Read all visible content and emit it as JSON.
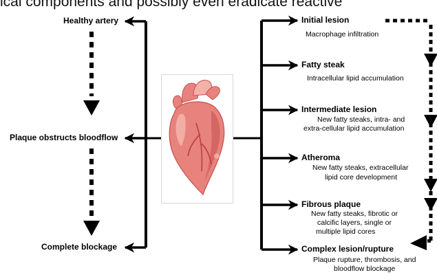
{
  "header_text": "ical components and possibly even eradicate reactive",
  "left_labels": {
    "healthy": "Healthy artery",
    "obstructs": "Plaque obstructs bloodflow",
    "blockage": "Complete blockage"
  },
  "stages": [
    {
      "title": "Initial lesion",
      "desc": [
        "Macrophage infiltration"
      ]
    },
    {
      "title": "Fatty steak",
      "desc": [
        "Intracellular lipid accumulation"
      ]
    },
    {
      "title": "Intermediate lesion",
      "desc": [
        "New fatty steaks, intra- and",
        "extra-cellular lipid accumulation"
      ]
    },
    {
      "title": "Atheroma",
      "desc": [
        "New fatty steaks, extracellular",
        "lipid core development"
      ]
    },
    {
      "title": "Fibrous plaque",
      "desc": [
        "New fatty steaks, fibrotic or",
        "calcific layers, single or",
        "multiple lipid cores"
      ]
    },
    {
      "title": "Complex lesion/rupture",
      "desc": [
        "Plaque rupture, thrombosis, and",
        "bloodflow blockage"
      ]
    }
  ],
  "colors": {
    "heart_main": "#e8827c",
    "heart_light": "#f3b1aa",
    "heart_dark": "#c5524e",
    "vessel": "#b9403d"
  }
}
